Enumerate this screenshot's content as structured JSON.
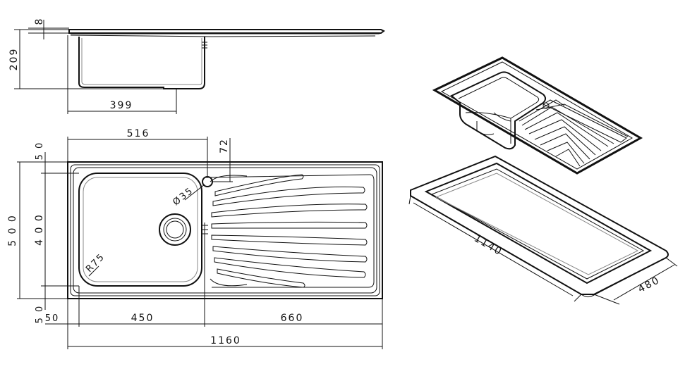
{
  "dimensions": {
    "rim_thickness": "8",
    "depth": "209",
    "bowl_width_side": "399",
    "tap_offset": "516",
    "tap_hole_edge": "72",
    "top_margin": "5 0",
    "bottom_margin": "5 0",
    "left_margin": "50",
    "total_depth": "5 0 0",
    "bowl_depth": "4 0 0",
    "tap_hole_diameter": "Ø35",
    "corner_radius": "R75",
    "bowl_width": "450",
    "drainer_width": "660",
    "total_width": "1160",
    "cutout_length": "1140",
    "cutout_depth": "480"
  },
  "colors": {
    "line": "#111111",
    "gray": "#888888",
    "background": "#ffffff"
  }
}
